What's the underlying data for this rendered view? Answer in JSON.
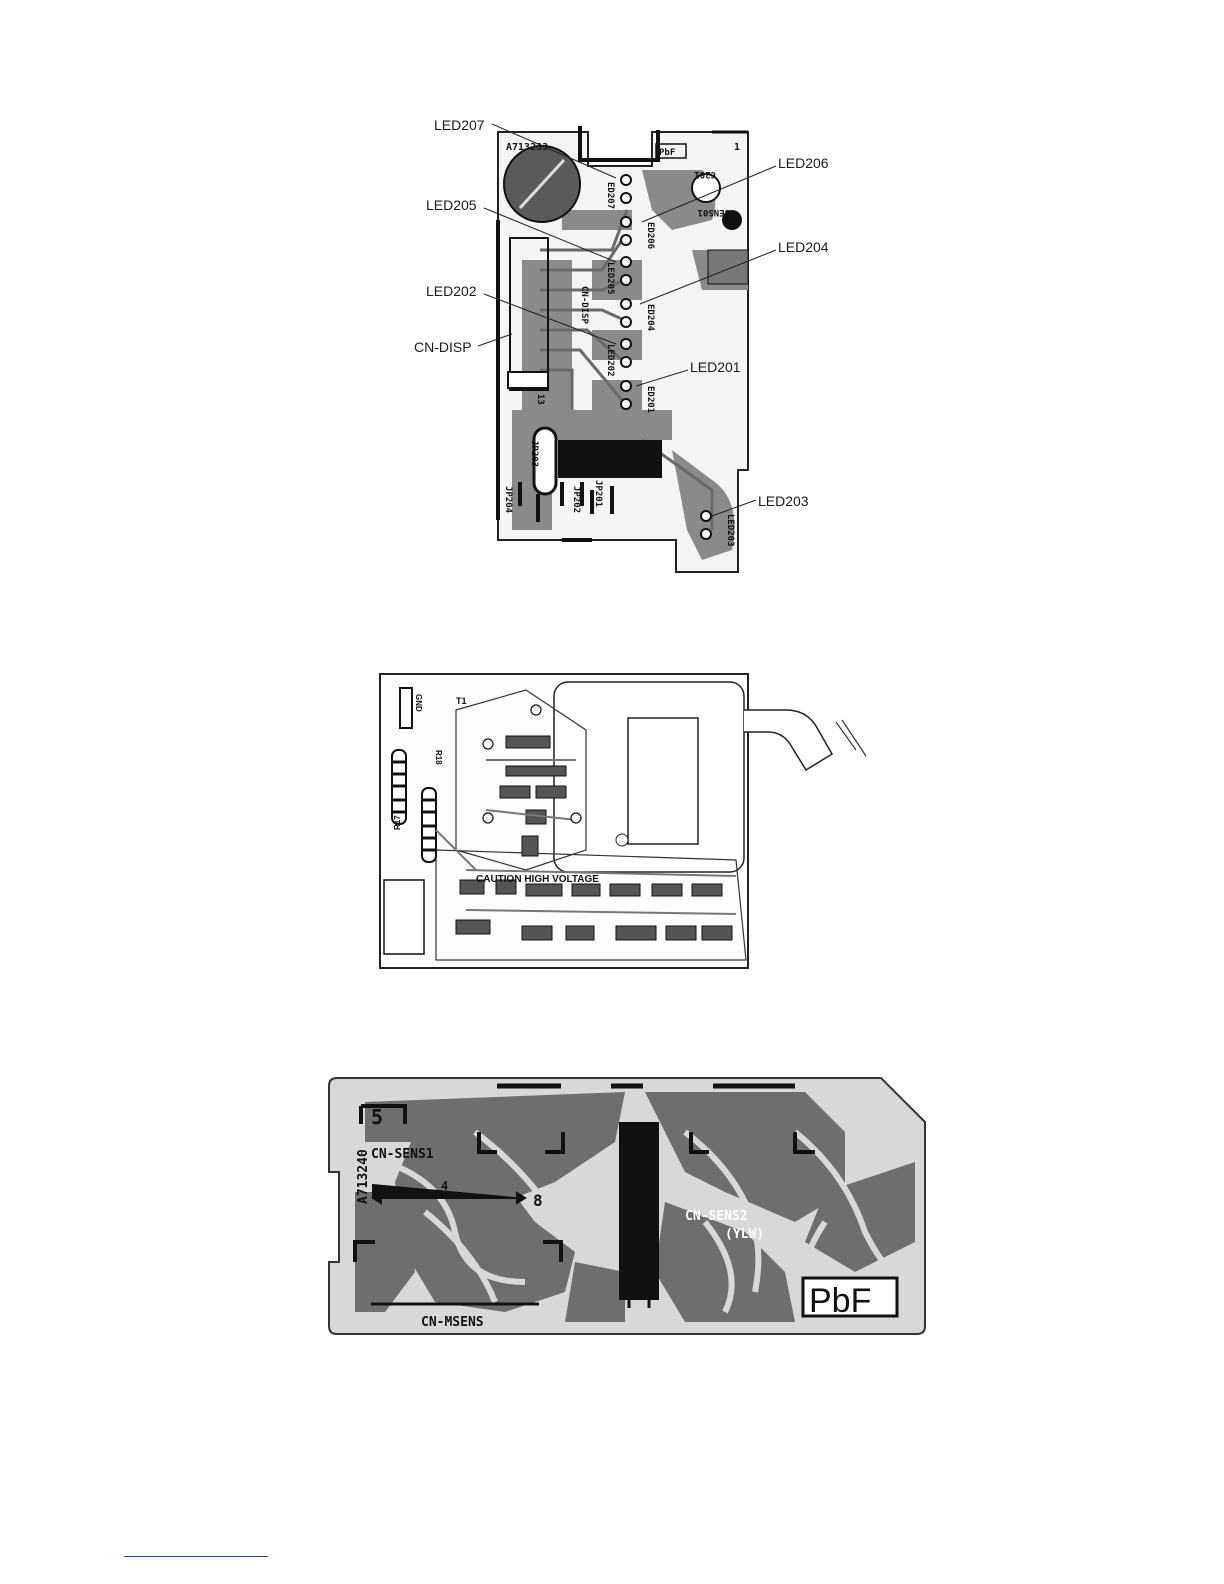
{
  "display_board": {
    "board_code": "A713233",
    "pbf_mark": "PbF",
    "callouts": {
      "led207": "LED207",
      "led206": "LED206",
      "led205": "LED205",
      "led204": "LED204",
      "led202": "LED202",
      "cn_disp": "CN-DISP",
      "led201": "LED201",
      "led203": "LED203"
    },
    "silk": {
      "c201": "C201",
      "sensor": "SENS01",
      "d207": "ED207",
      "d206": "ED206",
      "d205": "LED205",
      "d204": "ED204",
      "d202": "LED202",
      "d201": "ED201",
      "d203": "LED203",
      "cn": "CN-DISP",
      "jp203": "JP203",
      "jp204": "JP204",
      "jp202": "JP202",
      "jp201": "JP201",
      "pin1": "1",
      "pin13": "13"
    }
  },
  "hv_board": {
    "t1": "T1",
    "gnd": "GND",
    "r18": "R18",
    "r17": "R17",
    "caution": "CAUTION HIGH VOLTAGE"
  },
  "sensor_board": {
    "board_code": "A713240",
    "pin5": "5",
    "pin8": "8",
    "cn_sens1": "CN-SENS1",
    "pin4": "4",
    "cn_sens2": "CN-SENS2",
    "ylw": "(YLW)",
    "cn_msens": "CN-MSENS",
    "pbf": "PbF"
  }
}
